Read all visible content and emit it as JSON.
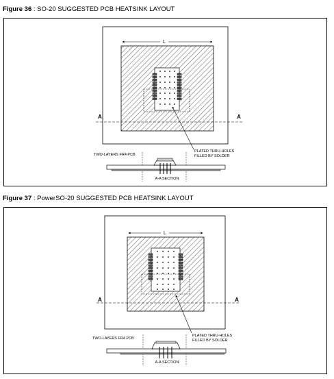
{
  "figures": [
    {
      "number_label": "Figure 36",
      "title": " : SO-20 SUGGESTED PCB  HEATSINK LAYOUT",
      "dimension_label": "L",
      "section_marker": "A",
      "pcb_label": "TWO-LAYERS FR4 PCB",
      "thru_holes_line1": "PLATED THRU-HOLES",
      "thru_holes_line2": "FILLED BY SOLDER",
      "section_label": "A-A SECTION"
    },
    {
      "number_label": "Figure 37",
      "title": " : PowerSO-20 SUGGESTED PCB  HEATSINK LAYOUT",
      "dimension_label": "L",
      "section_marker": "A",
      "pcb_label": "TWO-LAYERS FR4 PCB",
      "thru_holes_line1": "PLATED THRU-HOLES",
      "thru_holes_line2": "FILLED BY SOLDER",
      "section_label": "A-A SECTION"
    }
  ]
}
